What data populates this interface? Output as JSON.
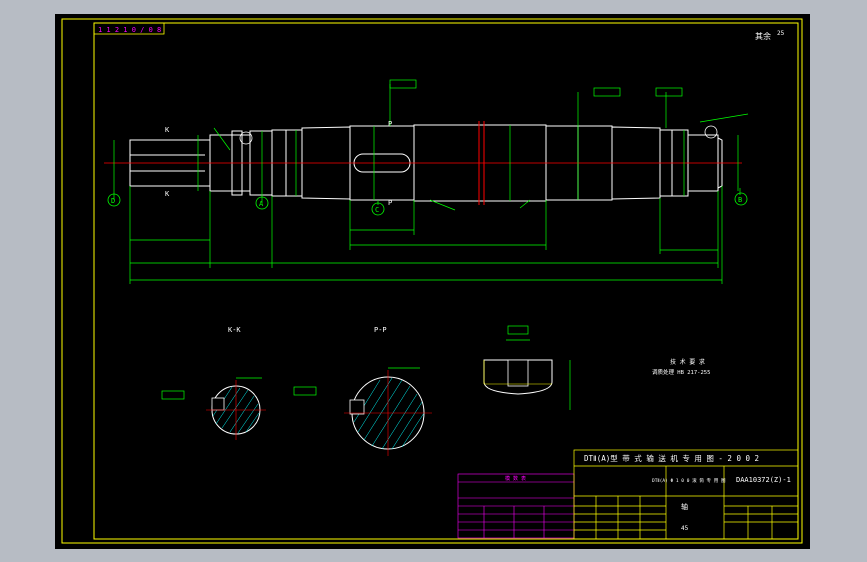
{
  "window": {
    "background": "#b7bcc4",
    "canvas_bg": "#000000"
  },
  "colors": {
    "frame": "#ffff00",
    "outline": "#ffffff",
    "dimension": "#00ff00",
    "centerline": "#ff0000",
    "hatch": "#00ffff",
    "table": "#ff00ff"
  },
  "drawing": {
    "code_box": "1 1 2 1 0 / 0 8",
    "roughness": "其余",
    "roughness_val": "25",
    "views": {
      "kk": "K-K",
      "pp": "P-P"
    },
    "markers": {
      "d": "D",
      "a": "A",
      "c": "C",
      "b": "B"
    },
    "section_labels": {
      "k_top": "K",
      "k_bot": "K",
      "p_top": "P",
      "p_bot": "P"
    },
    "tech_req_title": "技 术 要 求",
    "tech_req_line": "调质处理 HB 217-255",
    "title_block": {
      "title": "DTⅡ(A)型  带 式 输 送 机 专 用 图 - 2 0 0 2",
      "drawing_no": "DAA10372(Z)-1",
      "name": "轴",
      "material": "45",
      "subtitle": "DTⅡ(A)  Φ 1 0 0  滚 筒 专 用 图"
    },
    "magenta_table_title": "模 数 表"
  }
}
